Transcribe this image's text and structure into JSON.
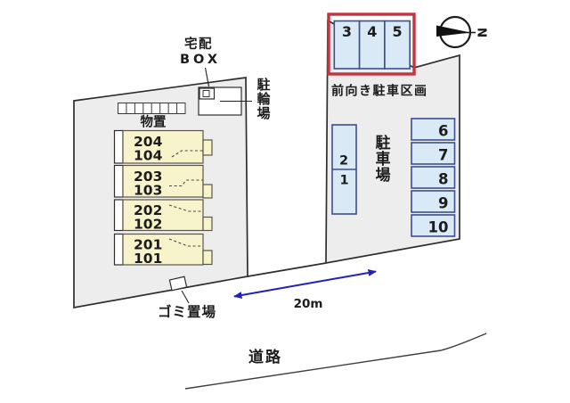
{
  "labels": {
    "delivery_line1": "宅配",
    "delivery_line2": "BOX",
    "bicycle": [
      "駐",
      "輪",
      "場"
    ],
    "storage": "物置",
    "trash": "ゴミ置場",
    "front_parking": "前向き駐車区画",
    "parking_lot": [
      "駐",
      "車",
      "場"
    ],
    "road": "道路",
    "north": "N",
    "distance": "20m"
  },
  "building": {
    "units": [
      {
        "upper": "204",
        "lower": "104"
      },
      {
        "upper": "203",
        "lower": "103"
      },
      {
        "upper": "202",
        "lower": "102"
      },
      {
        "upper": "201",
        "lower": "101"
      }
    ]
  },
  "parking": {
    "front_spaces": [
      "3",
      "4",
      "5"
    ],
    "left_spaces": [
      "2",
      "1"
    ],
    "right_spaces": [
      "6",
      "7",
      "8",
      "9",
      "10"
    ]
  },
  "colors": {
    "parcel_fill": "#ededed",
    "building_fill": "#f7f3cb",
    "space_fill": "#d9e9f6",
    "space_border": "#3d4f8c",
    "highlight_red": "#c23440",
    "red_text": "#d4454f",
    "arrow_blue": "#2222bb"
  }
}
